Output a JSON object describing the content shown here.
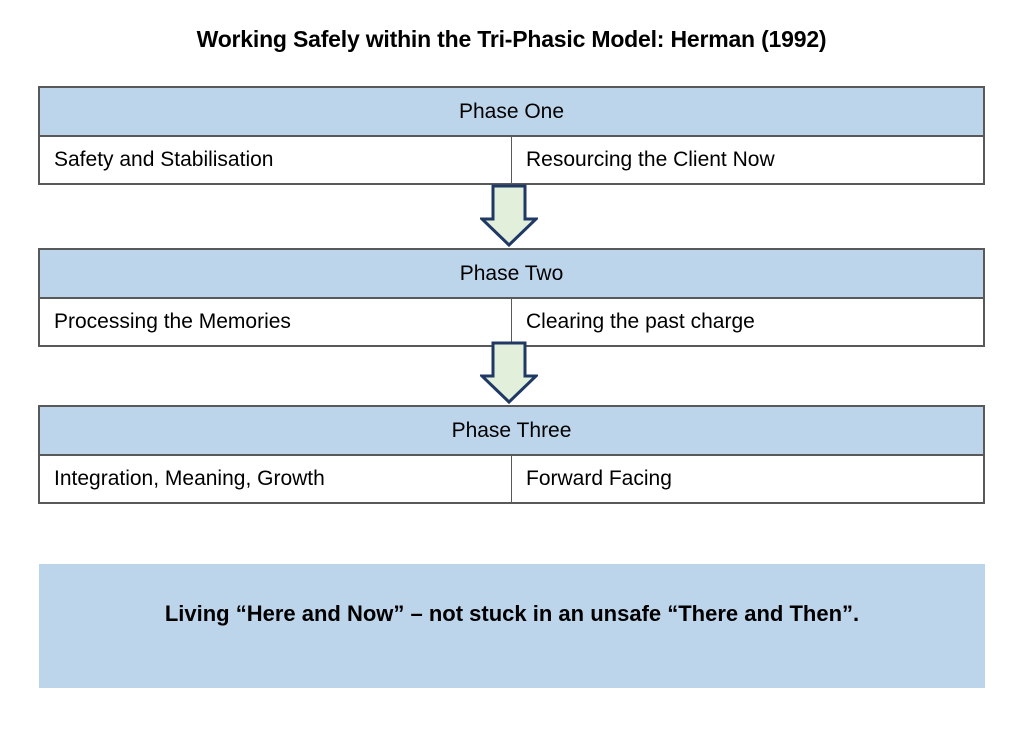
{
  "title": "Working Safely within the Tri-Phasic Model: Herman (1992)",
  "phases": [
    {
      "header": "Phase One",
      "cells": [
        "Safety and Stabilisation",
        "Resourcing the Client Now"
      ]
    },
    {
      "header": "Phase Two",
      "cells": [
        "Processing the Memories",
        "Clearing the past charge"
      ]
    },
    {
      "header": "Phase Three",
      "cells": [
        "Integration, Meaning, Growth",
        "Forward Facing"
      ]
    }
  ],
  "banner": {
    "text": "Living “Here and Now” – not stuck in an unsafe “There and Then”."
  },
  "colors": {
    "phase_header_fill": "#BDD5EB",
    "banner_fill": "#BDD5EB",
    "table_border": "#595959",
    "arrow_fill": "#E2EFDA",
    "arrow_stroke": "#1F3864",
    "text": "#000000",
    "background": "#FFFFFF"
  },
  "icons": {
    "arrow_between_phases": "down-block-arrow-icon"
  }
}
